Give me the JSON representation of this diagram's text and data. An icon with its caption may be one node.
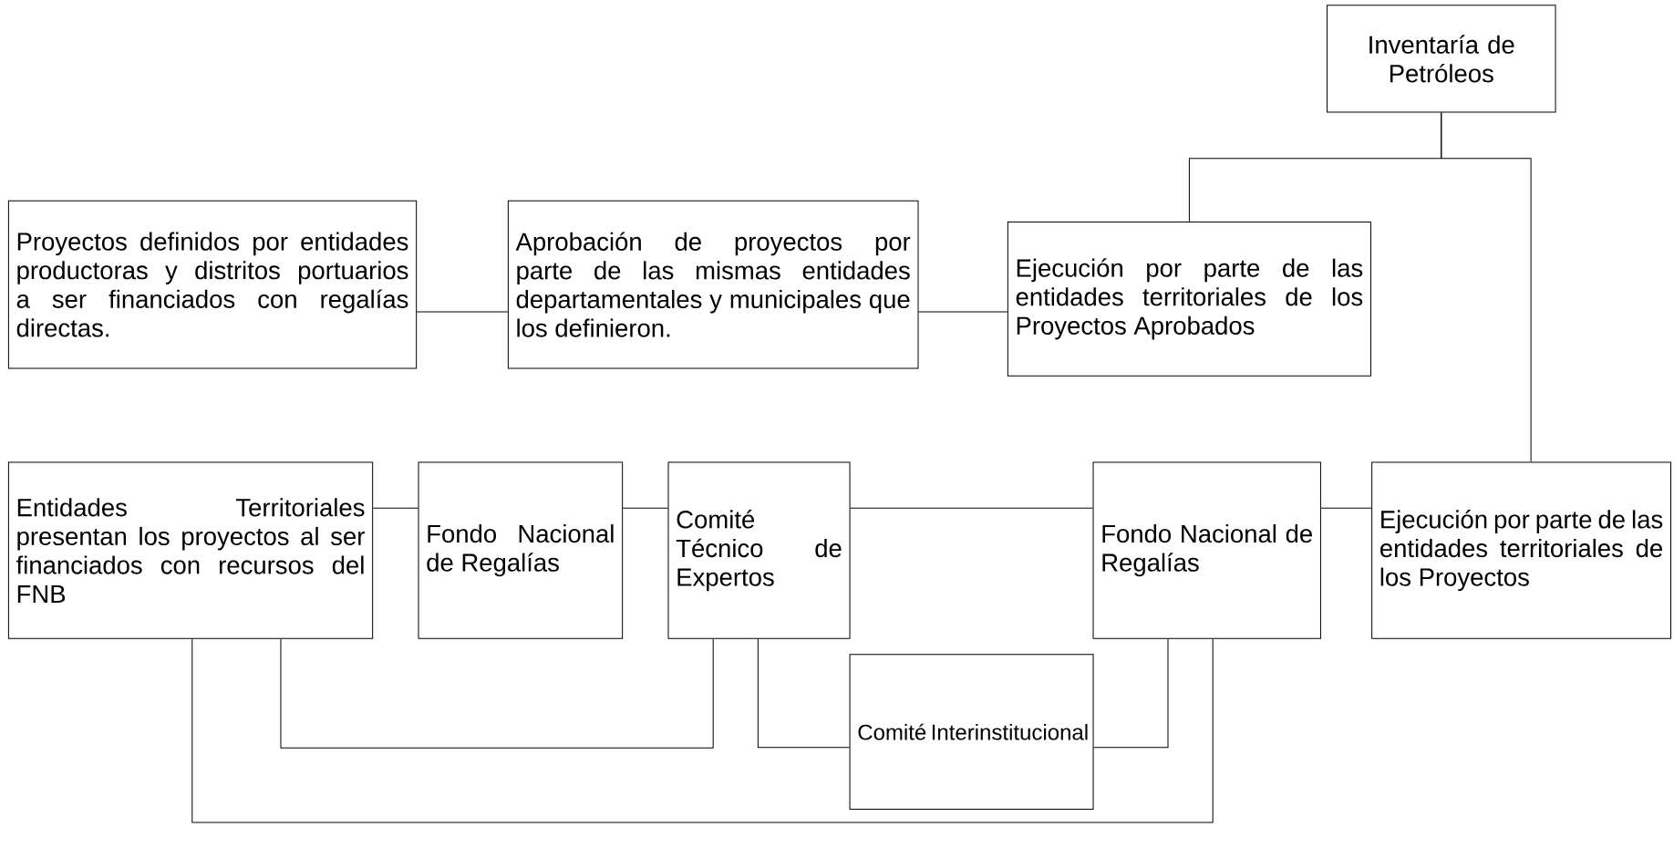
{
  "diagram": {
    "nodes": [
      {
        "text": [
          "Inventaría de Petróleos"
        ]
      },
      {
        "text": [
          "Proyectos definidos por entidades productoras y distritos portuarios a ser financiados con regalías directas."
        ]
      },
      {
        "text": [
          "Aprobación de proyectos por parte de las mismas entidades departamentales y municipales que los definieron."
        ]
      },
      {
        "text": [
          "Ejecución por parte de las entidades territoriales de los Proyectos Aprobados"
        ]
      },
      {
        "text": [
          "Entidades Territoriales presentan los proyectos al ser financiados con recursos del FNB"
        ]
      },
      {
        "text": [
          "Fondo Nacional de Regalías"
        ]
      },
      {
        "text": [
          "Comité Técnico de Expertos"
        ]
      },
      {
        "text": [
          "Fondo Nacional de Regalías"
        ]
      },
      {
        "text": [
          "Ejecución por parte de las entidades territoriales de los Proyectos"
        ]
      },
      {
        "text": [
          "Comité Interinstitucional"
        ]
      }
    ],
    "edges": [
      {
        "from": 0,
        "to": 3,
        "arrow": "none"
      },
      {
        "from": 0,
        "to": 8,
        "arrow": "none"
      },
      {
        "from": 1,
        "to": 2,
        "arrow": "none"
      },
      {
        "from": 2,
        "to": 3,
        "arrow": "none"
      },
      {
        "from": 4,
        "to": 5,
        "arrow": "none"
      },
      {
        "from": 5,
        "to": 6,
        "arrow": "none"
      },
      {
        "from": 6,
        "to": 7,
        "arrow": "none"
      },
      {
        "from": 7,
        "to": 8,
        "arrow": "none"
      },
      {
        "from": 4,
        "to": 6,
        "arrow": "none"
      },
      {
        "from": 6,
        "to": 9,
        "arrow": "none"
      },
      {
        "from": 7,
        "to": 9,
        "arrow": "none"
      },
      {
        "from": 4,
        "to": 7,
        "arrow": "none"
      }
    ]
  }
}
